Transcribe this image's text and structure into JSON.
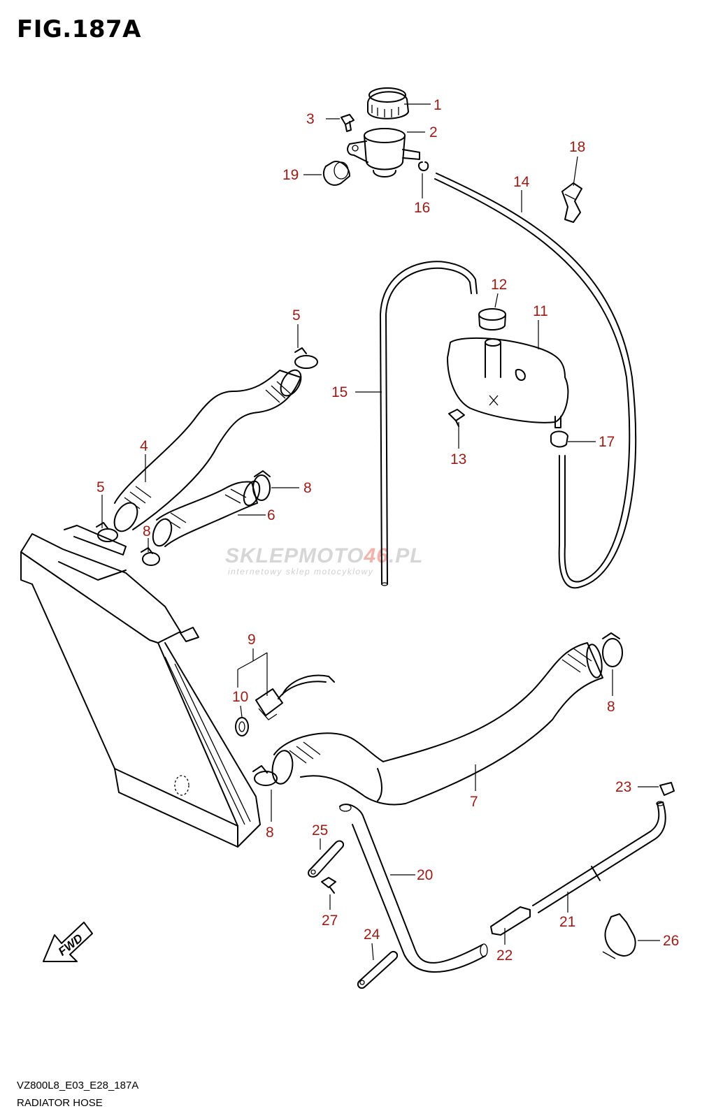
{
  "figure": {
    "title": "FIG.187A",
    "code": "VZ800L8_E03_E28_187A",
    "name": "RADIATOR HOSE"
  },
  "watermark": {
    "brand_part1": "SKLEP",
    "brand_part2": "MOTO",
    "brand_part3": "46",
    "brand_part4": ".PL",
    "tagline": "internetowy sklep motocyklowy"
  },
  "direction_marker": "FWD",
  "callouts": [
    "1",
    "2",
    "3",
    "19",
    "16",
    "18",
    "14",
    "12",
    "11",
    "5",
    "15",
    "13",
    "17",
    "4",
    "5",
    "8",
    "6",
    "8",
    "9",
    "10",
    "8",
    "7",
    "8",
    "23",
    "25",
    "20",
    "27",
    "21",
    "24",
    "22",
    "26"
  ],
  "colors": {
    "callout": "#9b1b17",
    "line": "#000000",
    "watermark": "#d6d6d6"
  }
}
